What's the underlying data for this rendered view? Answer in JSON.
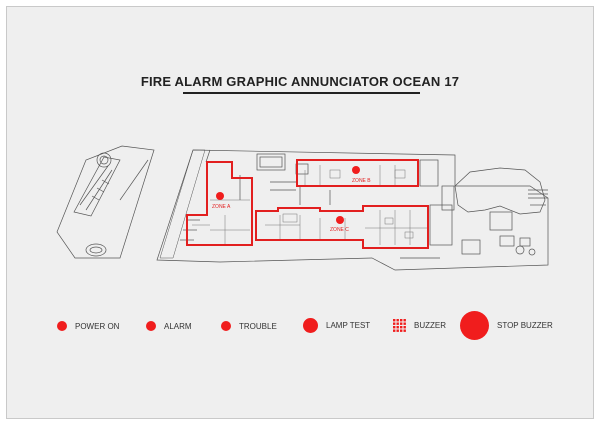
{
  "annunciator": {
    "title": "FIRE ALARM GRAPHIC ANNUNCIATOR OCEAN 17",
    "zones": [
      "ZONE A",
      "ZONE B",
      "ZONE C"
    ],
    "accent_color": "#f01d1d",
    "controls": [
      {
        "label": "POWER ON",
        "icon": "power-on-indicator"
      },
      {
        "label": "ALARM",
        "icon": "alarm-indicator"
      },
      {
        "label": "TROUBLE",
        "icon": "trouble-indicator"
      },
      {
        "label": "LAMP TEST",
        "icon": "lamp-test-button"
      },
      {
        "label": "BUZZER",
        "icon": "buzzer-grille"
      },
      {
        "label": "STOP BUZZER",
        "icon": "stop-buzzer-button"
      }
    ]
  }
}
